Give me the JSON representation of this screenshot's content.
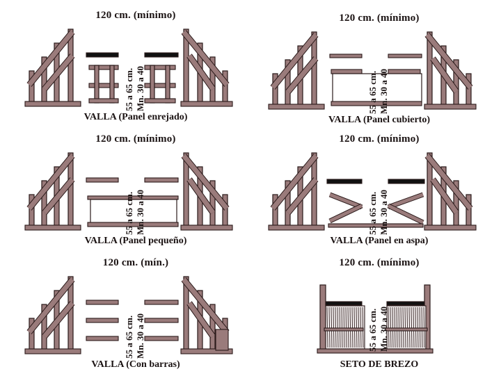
{
  "colors": {
    "wood": "#9a7b7b",
    "outline": "#2a1a1a",
    "dark": "#111111"
  },
  "panels": [
    {
      "id": "panel-enrejado",
      "top_label": "120 cm. (mínimo)",
      "caption": "VALLA (Panel enrejado)",
      "height_label": "55 a 65 cm.",
      "min_label": "Mn. 30 a 40"
    },
    {
      "id": "panel-cubierto",
      "top_label": "120 cm. (mínimo)",
      "caption": "VALLA (Panel cubierto)",
      "height_label": "55 a 65 cm.",
      "min_label": "Mn. 30 a 40"
    },
    {
      "id": "panel-pequeno",
      "top_label": "120 cm. (mínimo)",
      "caption": "VALLA (Panel pequeño)",
      "height_label": "55 a 65 cm.",
      "min_label": "Mn. 30 a 40"
    },
    {
      "id": "panel-aspa",
      "top_label": "120 cm. (mínimo)",
      "caption": "VALLA (Panel en aspa)",
      "height_label": "55 a 65 cm.",
      "min_label": "Mn. 30 a 40"
    },
    {
      "id": "con-barras",
      "top_label": "120 cm. (mín.)",
      "caption": "VALLA (Con barras)",
      "height_label": "55 a 65 cm.",
      "min_label": "Mn. 30 a 40"
    },
    {
      "id": "seto-brezo",
      "top_label": "120 cm. (mínimo)",
      "caption": "SETO DE BREZO",
      "height_label": "55 a 65 cm.",
      "min_label": "Mn. 30 a 40"
    }
  ]
}
